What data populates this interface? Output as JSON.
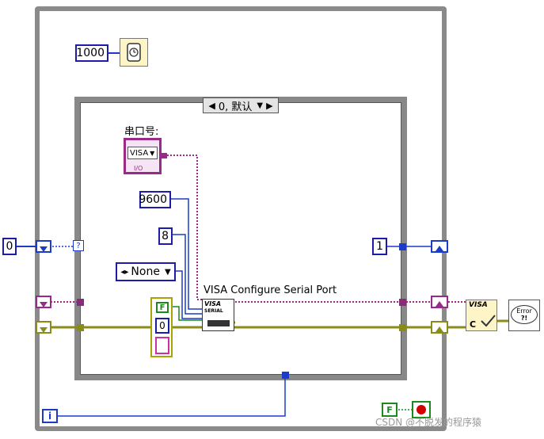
{
  "wait_constant": "1000",
  "case_selector": {
    "left_arrow": "◀",
    "value": "0, 默认",
    "dropdown": "▼",
    "right_arrow": "▶"
  },
  "serial_port": {
    "label": "串口号:",
    "visa_text": "VISA",
    "io_text": "I/O"
  },
  "constants": {
    "baud": "9600",
    "data_bits": "8",
    "parity": "None",
    "false_const": "F",
    "zero": "0",
    "shift_value": "0",
    "case_output": "1",
    "stop_false": "F",
    "iteration": "i",
    "unknown_mark": "?"
  },
  "function_labels": {
    "visa_configure": "VISA Configure Serial Port",
    "visa_icon_top": "VISA",
    "visa_icon_sub": "SERIAL",
    "close_icon_text": "VISA",
    "close_icon_c": "C",
    "error_icon_line1": "Error",
    "error_icon_line2": "?!"
  },
  "watermark": "CSDN @不脱发的程序猿",
  "colors": {
    "numeric": "#1c3cc8",
    "refnum": "#9a2a8a",
    "error_cluster": "#8a8c18",
    "boolean": "#1a8a1a",
    "stop_red": "#d40000"
  }
}
